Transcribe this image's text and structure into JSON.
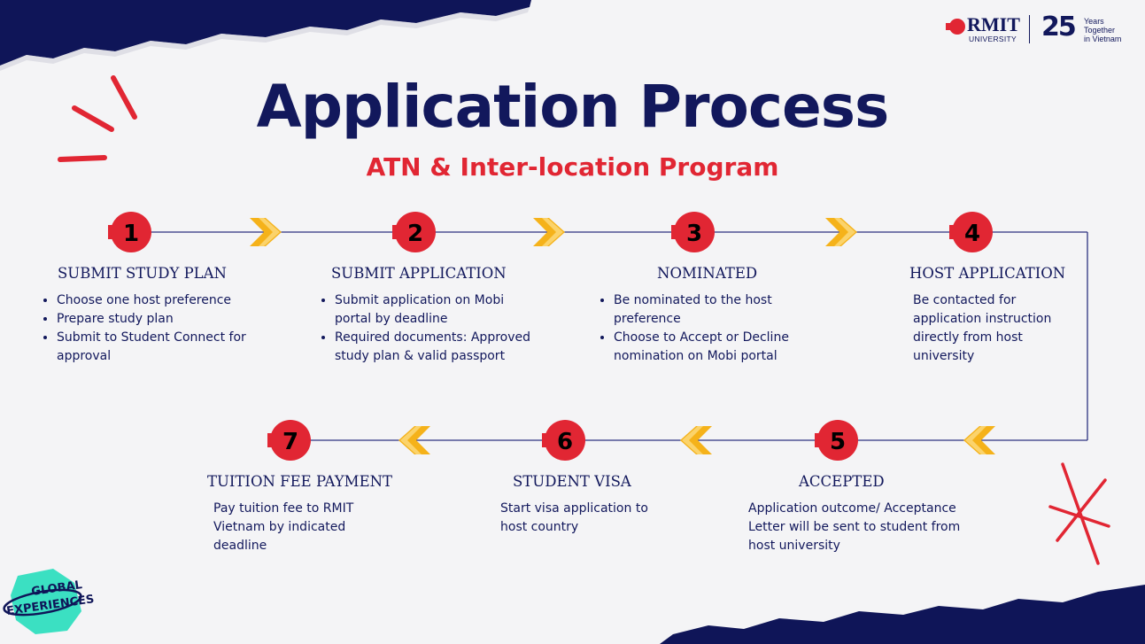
{
  "header": {
    "title": "Application Process",
    "subtitle": "ATN & Inter-location Program"
  },
  "logo": {
    "name": "RMIT",
    "sub": "UNIVERSITY",
    "years_num": "25",
    "years_line1": "Years",
    "years_line2": "Together",
    "years_line3": "in Vietnam"
  },
  "badge": {
    "line1": "GLOBAL",
    "line2": "EXPERIENCES"
  },
  "steps": [
    {
      "number": "1",
      "title": "SUBMIT STUDY PLAN",
      "bullets": [
        "Choose one host preference",
        "Prepare study plan",
        "Submit to Student Connect for approval"
      ]
    },
    {
      "number": "2",
      "title": "SUBMIT APPLICATION",
      "bullets": [
        "Submit application on Mobi portal by deadline",
        "Required documents: Approved study plan & valid passport"
      ]
    },
    {
      "number": "3",
      "title": "NOMINATED",
      "bullets": [
        "Be nominated to the host preference",
        "Choose to Accept or Decline nomination on Mobi portal"
      ]
    },
    {
      "number": "4",
      "title": "HOST APPLICATION",
      "text": "Be contacted for application instruction directly from host university"
    },
    {
      "number": "5",
      "title": "ACCEPTED",
      "text": "Application outcome/ Acceptance Letter will be sent to student from host university"
    },
    {
      "number": "6",
      "title": "STUDENT VISA",
      "text": "Start visa application to host country"
    },
    {
      "number": "7",
      "title": "TUITION FEE PAYMENT",
      "text": "Pay tuition fee to RMIT Vietnam by indicated deadline"
    }
  ],
  "colors": {
    "navy": "#12185c",
    "red": "#e12633",
    "arrow": "#f5b21a",
    "background": "#f4f4f6"
  }
}
